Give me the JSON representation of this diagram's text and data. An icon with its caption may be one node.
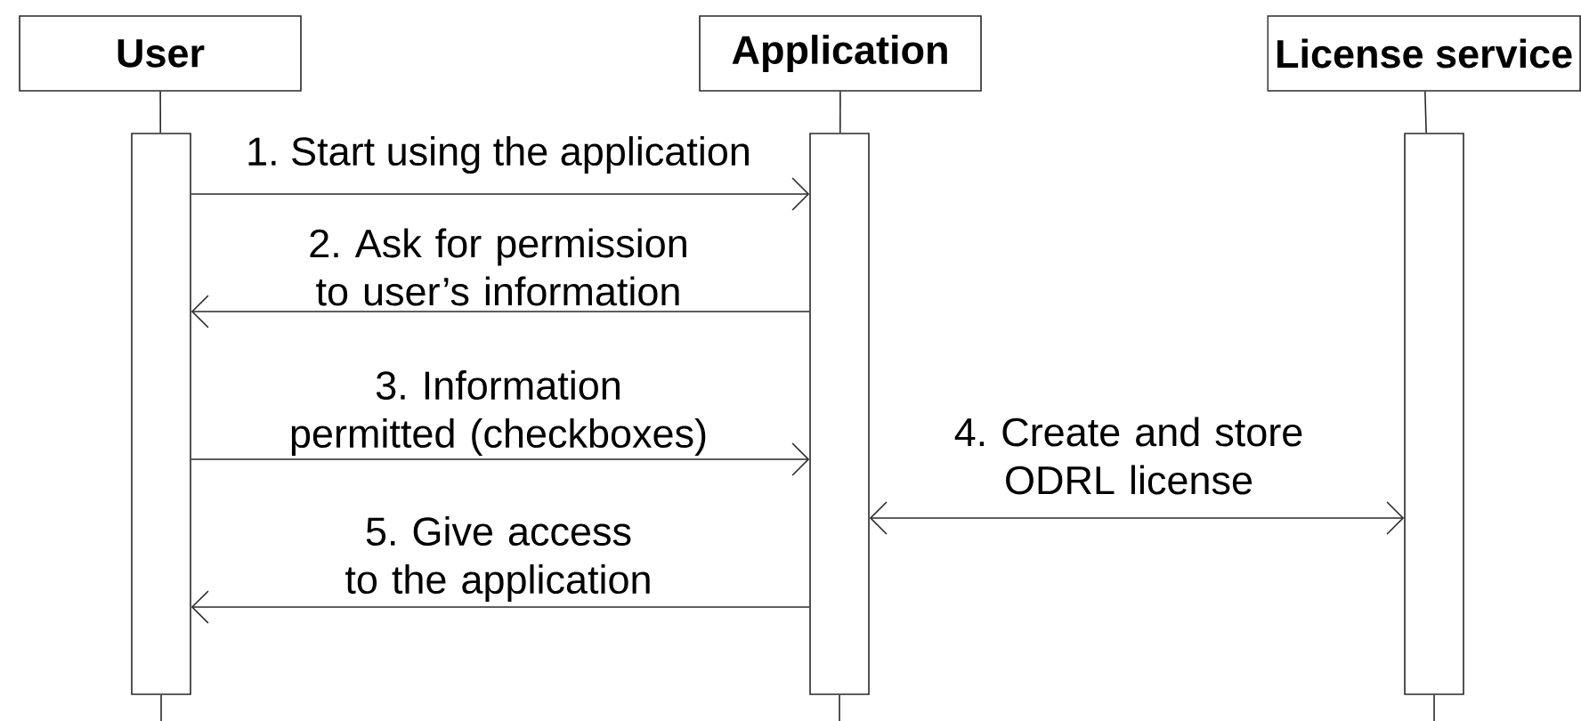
{
  "diagram": {
    "nodes": [
      {
        "text": [
          "User"
        ]
      },
      {
        "text": [
          "Application"
        ]
      },
      {
        "text": [
          "License service"
        ]
      },
      {
        "text": [],
        "shape": "bar"
      },
      {
        "text": [],
        "shape": "bar"
      },
      {
        "text": [],
        "shape": "bar"
      }
    ],
    "edges": [
      {
        "from": 0,
        "to": 3,
        "arrow": "none"
      },
      {
        "from": 1,
        "to": 4,
        "arrow": "none"
      },
      {
        "from": 2,
        "to": 5,
        "arrow": "none"
      },
      {
        "from": 3,
        "to": 4,
        "arrow": "to",
        "label": "1. Start using the application"
      },
      {
        "from": 4,
        "to": 3,
        "arrow": "to",
        "label": "2. Ask for permission to user’s information"
      },
      {
        "from": 3,
        "to": 4,
        "arrow": "to",
        "label": "3. Information permitted (checkboxes)"
      },
      {
        "from": 4,
        "to": 5,
        "arrow": "both",
        "label": "4. Create and store ODRL license"
      },
      {
        "from": 4,
        "to": 3,
        "arrow": "to",
        "label": "5. Give access to the application"
      }
    ]
  }
}
